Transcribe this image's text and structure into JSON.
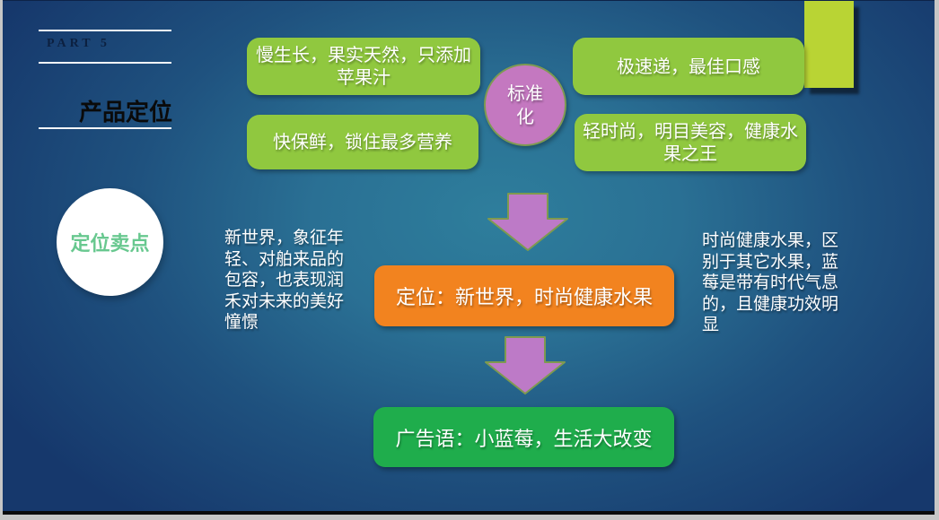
{
  "slide": {
    "header": {
      "part_label": "PART 5",
      "title": "产品定位"
    },
    "selling_point_circle": {
      "label": "定位卖点"
    },
    "hub": {
      "label": "标准化"
    },
    "features": [
      {
        "label": "慢生长，果实天然，只添加苹果汁"
      },
      {
        "label": "快保鲜，锁住最多营养"
      },
      {
        "label": "极速递，最佳口感"
      },
      {
        "label": "轻时尚，明目美容，健康水果之王"
      }
    ],
    "notes": {
      "left": "新世界，象征年轻、对舶来品的包容，也表现润禾对未来的美好憧憬",
      "right": "时尚健康水果，区别于其它水果，蓝莓是带有时代气息的，且健康功效明显"
    },
    "positioning": {
      "label": "定位：新世界，时尚健康水果"
    },
    "slogan": {
      "label": "广告语：小蓝莓，生活大改变"
    },
    "colors": {
      "feature_green": "#90c83f",
      "slogan_green": "#1fad4c",
      "positioning_orange": "#f2831f",
      "hub_purple": "#c478c0",
      "arrow_purple": "#bd7ac7",
      "shape_outline_olive": "#7e9a4f",
      "accent_yellow_green": "#b9d434",
      "selling_point_text_green": "#68c88f",
      "background_center": "#2e7e9c",
      "background_edge": "#16386c"
    }
  }
}
